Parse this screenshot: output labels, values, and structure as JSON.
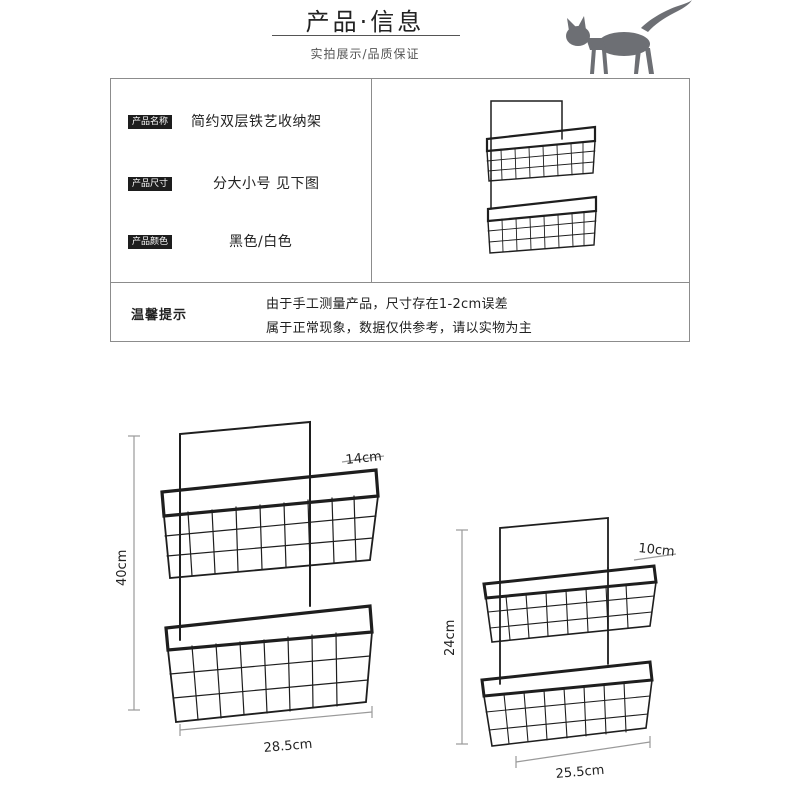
{
  "header": {
    "title": "产品·信息",
    "subtitle": "实拍展示/品质保证"
  },
  "specs": [
    {
      "label": "产品名称",
      "value": "简约双层铁艺收纳架"
    },
    {
      "label": "产品尺寸",
      "value": "分大小号 见下图"
    },
    {
      "label": "产品颜色",
      "value": "黑色/白色"
    }
  ],
  "notice": {
    "label": "温馨提示",
    "lines": [
      "由于手工测量产品，尺寸存在1-2cm误差",
      "属于正常现象，数据仅供参考，请以实物为主"
    ]
  },
  "large_rack": {
    "depth": "14cm",
    "height": "40cm",
    "width": "28.5cm"
  },
  "small_rack": {
    "depth": "10cm",
    "height": "24cm",
    "width": "25.5cm"
  },
  "colors": {
    "rack": "#1e1e1e",
    "cat": "#6d6f74",
    "border": "#8c8c8c",
    "dimension": "#9a9a9a"
  }
}
